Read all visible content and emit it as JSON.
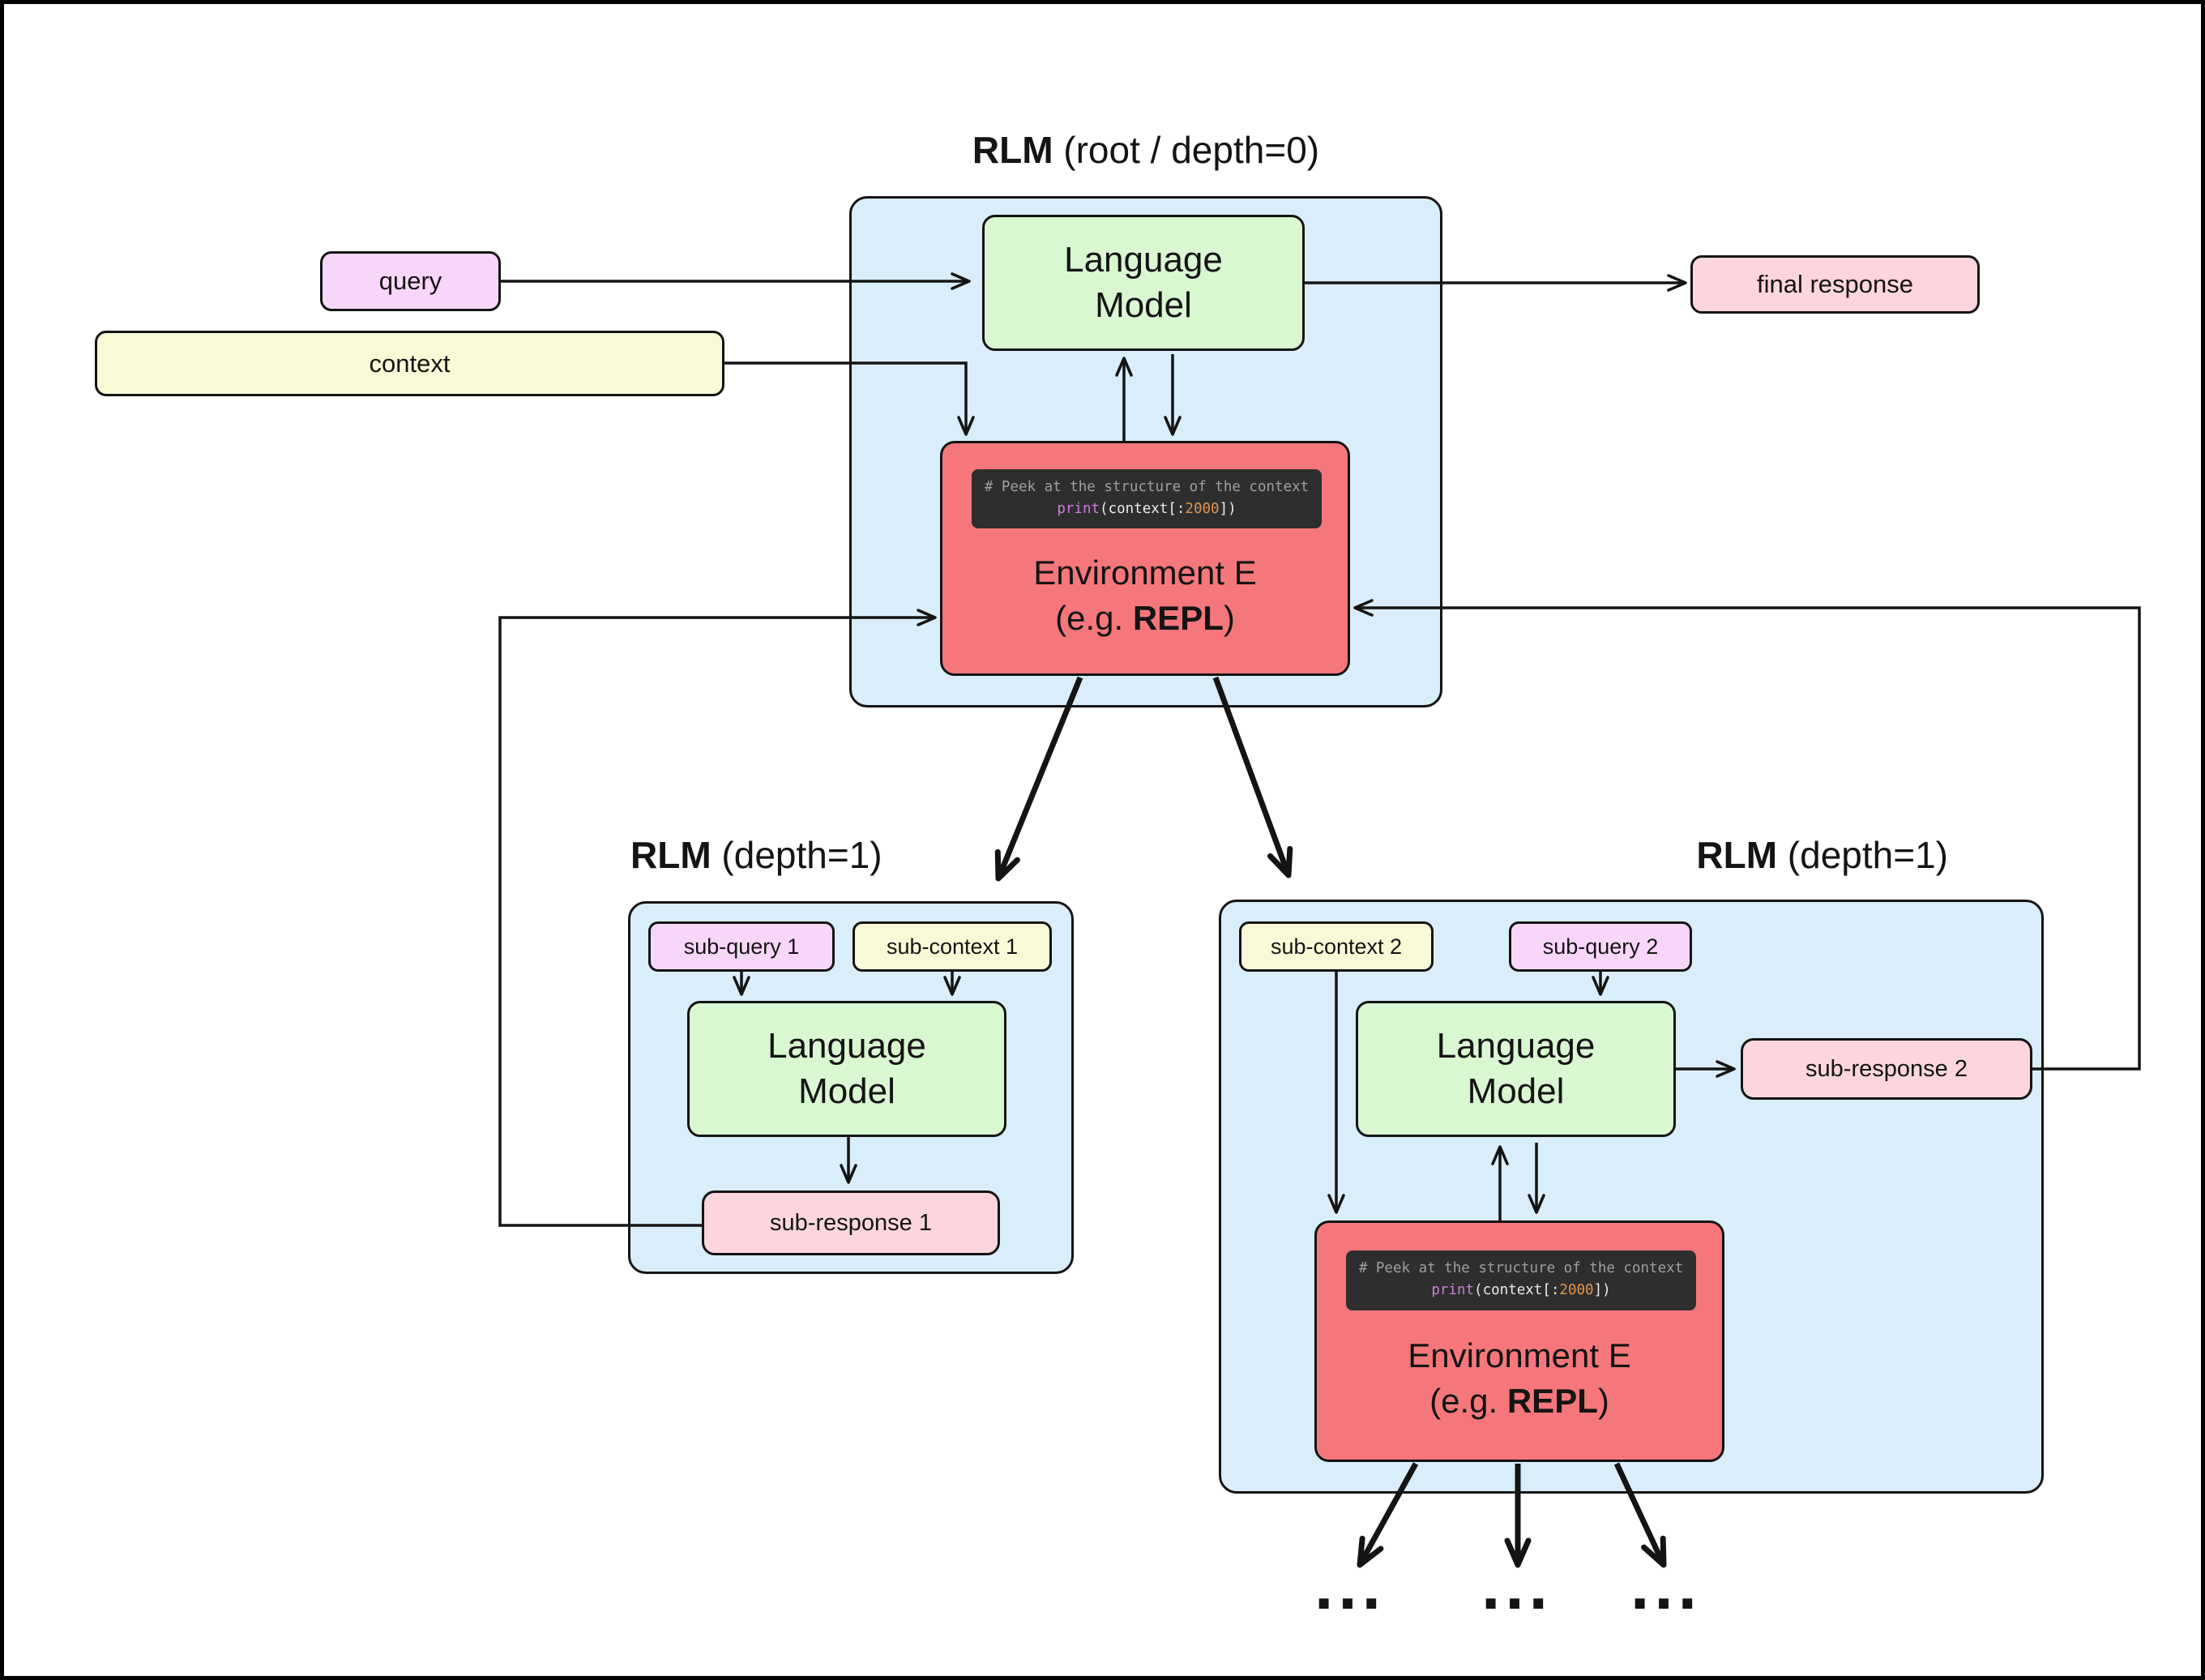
{
  "root": {
    "title_bold": "RLM",
    "title_rest": " (root / depth=0)",
    "query_label": "query",
    "context_label": "context",
    "final_response_label": "final response",
    "language_model_label": "Language\nModel"
  },
  "sub1": {
    "title_bold": "RLM",
    "title_rest": " (depth=1)",
    "sub_query_label": "sub-query 1",
    "sub_context_label": "sub-context 1",
    "language_model_label": "Language\nModel",
    "sub_response_label": "sub-response 1"
  },
  "sub2": {
    "title_bold": "RLM",
    "title_rest": " (depth=1)",
    "sub_context_label": "sub-context 2",
    "sub_query_label": "sub-query 2",
    "language_model_label": "Language\nModel",
    "sub_response_label": "sub-response 2"
  },
  "environment": {
    "name": "Environment E",
    "eg_prefix": "(e.g. ",
    "eg_bold": "REPL",
    "eg_suffix": ")",
    "code": {
      "comment": "# Peek at the structure of the context",
      "keyword": "print",
      "open": "(context[:",
      "number": "2000",
      "close": "])"
    }
  },
  "ellipsis": "...",
  "colors": {
    "container_blue": "#d9edfb",
    "model_green": "#d9f7d1",
    "environment_red": "#f5777c",
    "query_magenta": "#f8d6fa",
    "context_yellow": "#f8fad7",
    "response_rose": "#fcd5de",
    "code_background": "#2e2e2e",
    "code_comment_gray": "#9ca0a3",
    "code_keyword_purple": "#c97fd6",
    "code_number_orange": "#e2944e",
    "line_ink": "#141414"
  }
}
